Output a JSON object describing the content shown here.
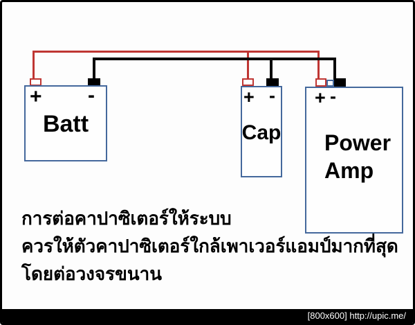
{
  "diagram": {
    "battery": {
      "label": "Batt",
      "plus": "+",
      "minus": "-"
    },
    "capacitor": {
      "label": "Cap",
      "plus": "+",
      "minus": "-"
    },
    "amplifier": {
      "label_line1": "Power",
      "label_line2": "Amp",
      "plus": "+",
      "minus": "-"
    },
    "colors": {
      "positive_wire": "#bf3633",
      "negative_wire": "#0a0a0a",
      "component_border": "#44689c",
      "positive_terminal_outline": "#bf3633",
      "negative_terminal_fill": "#000000",
      "frame": "#000000"
    }
  },
  "caption": {
    "line1": "การต่อคาปาซิเตอร์ให้ระบบ",
    "line2": "ควรให้ตัวคาปาซิเตอร์ใกล้เพาเวอร์แอมป์มากที่สุด",
    "line3": "โดยต่อวงจรขนาน"
  },
  "watermark": {
    "text": "[800x600] http://upic.me/"
  }
}
